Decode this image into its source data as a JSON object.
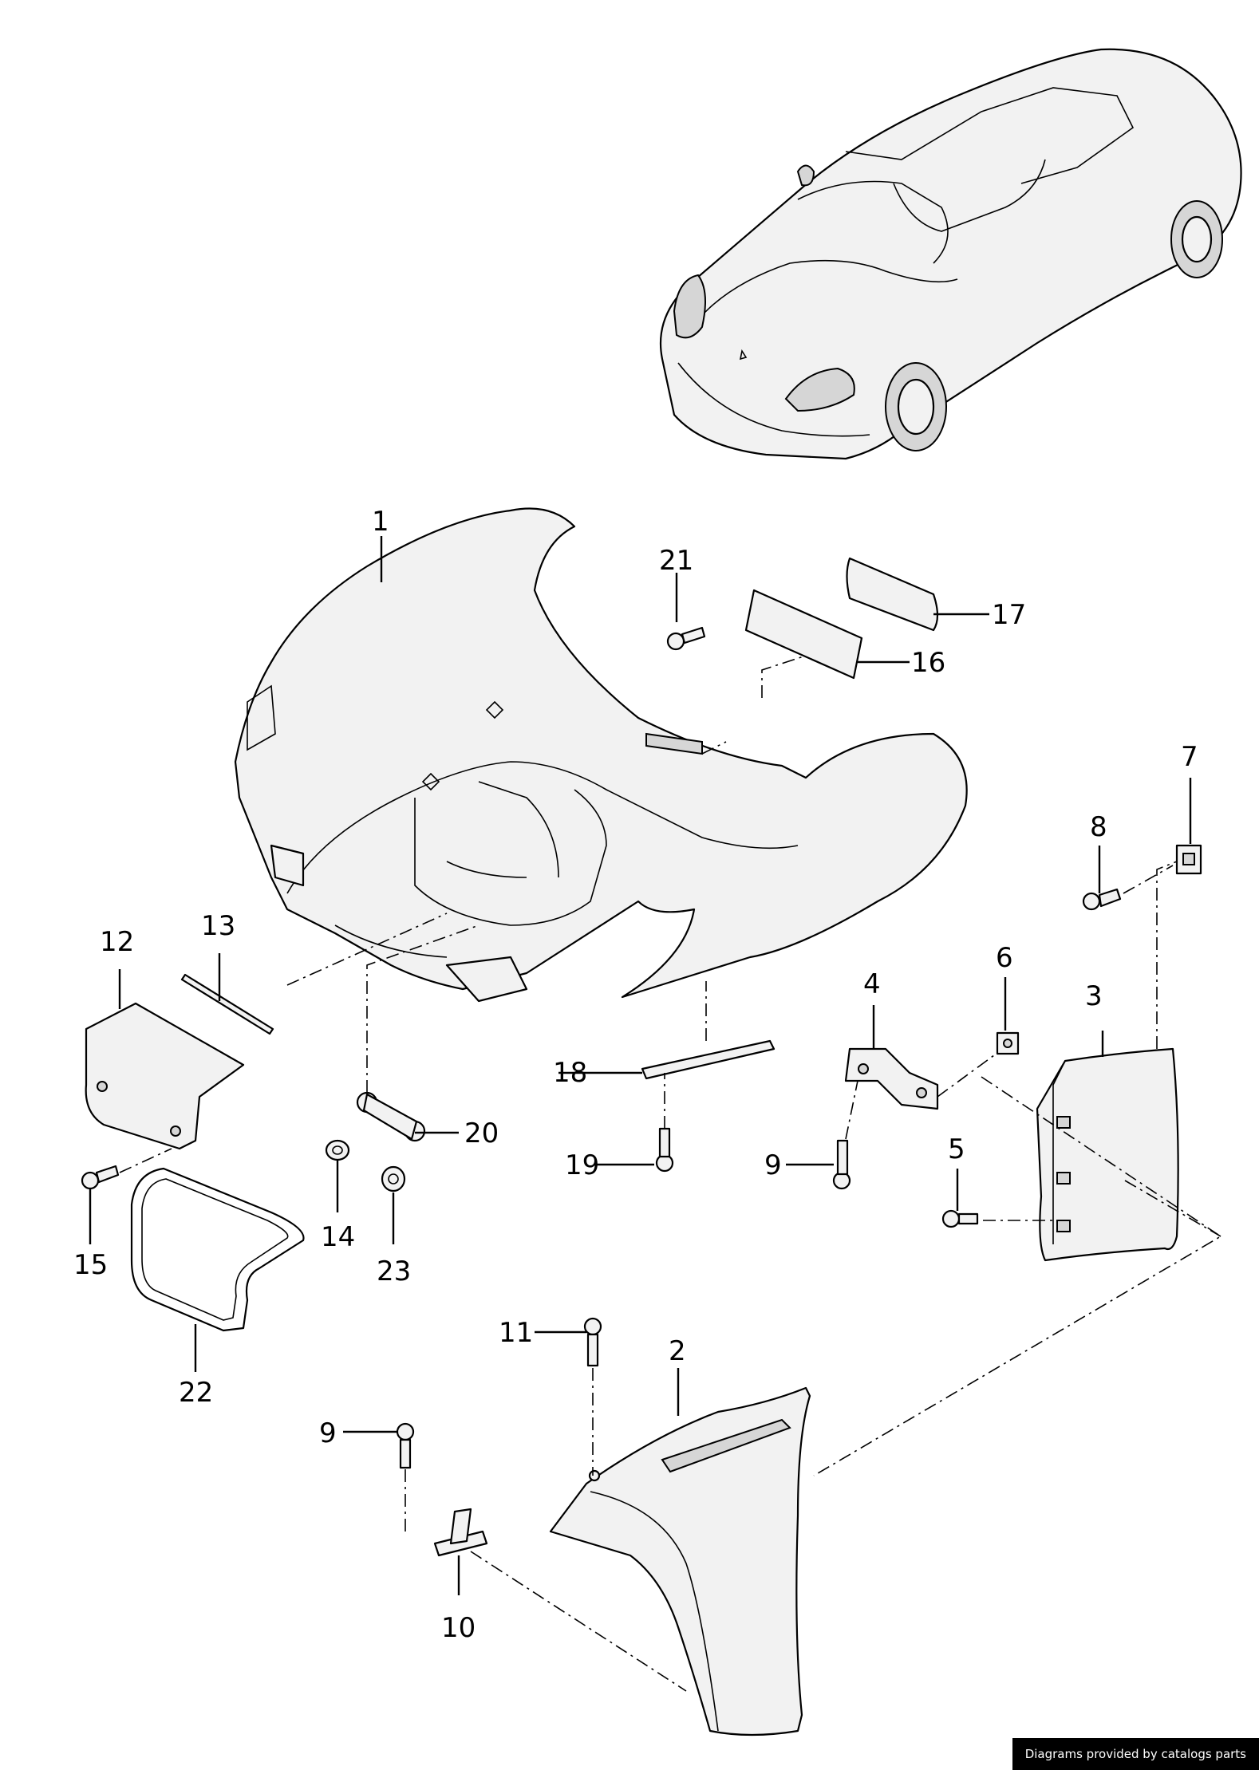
{
  "callouts": {
    "p1": "1",
    "p2": "2",
    "p3": "3",
    "p4": "4",
    "p5": "5",
    "p6": "6",
    "p7": "7",
    "p8": "8",
    "p9a": "9",
    "p9b": "9",
    "p10": "10",
    "p11": "11",
    "p12": "12",
    "p13": "13",
    "p14": "14",
    "p15": "15",
    "p16": "16",
    "p17": "17",
    "p18": "18",
    "p19": "19",
    "p20": "20",
    "p21": "21",
    "p22": "22",
    "p23": "23"
  },
  "footer": {
    "credit": "Diagrams provided by catalogs parts"
  },
  "colors": {
    "line": "#000000",
    "fill": "#f2f2f2",
    "background": "#ffffff"
  }
}
